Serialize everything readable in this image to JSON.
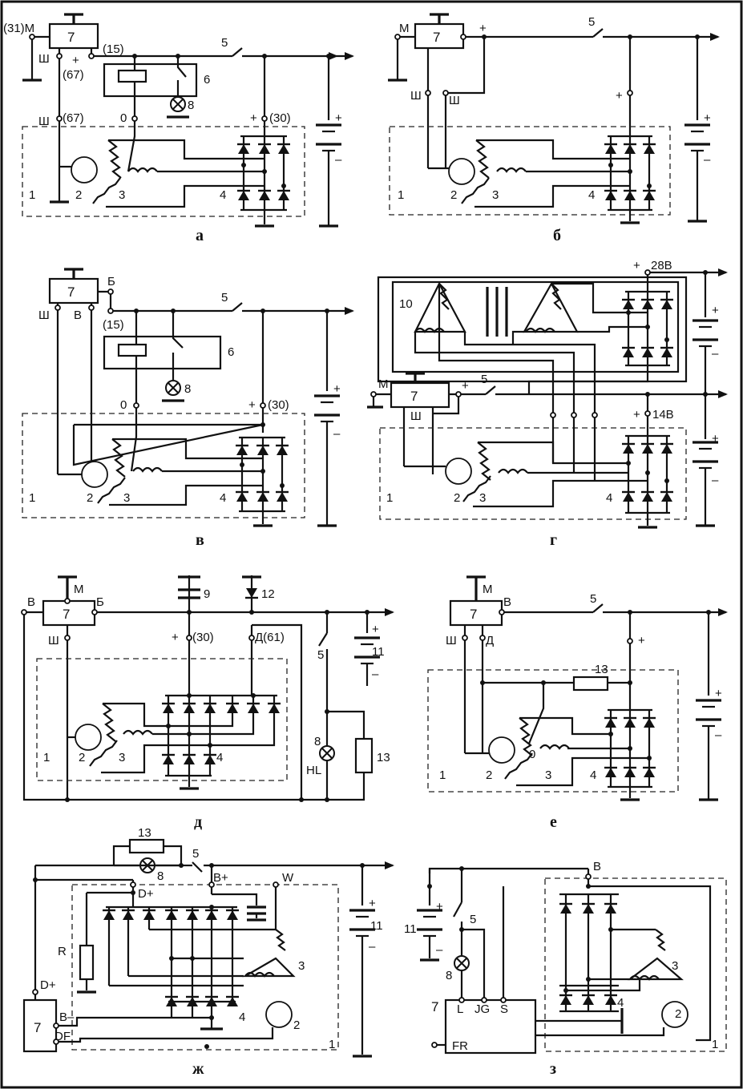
{
  "panels": [
    {
      "id": "a",
      "caption": "а",
      "texts": [
        "(31)М",
        "7",
        "(15)",
        "Ш",
        "+",
        "(67)",
        "5",
        "6",
        "8",
        "Ш",
        "(67)",
        "0",
        "+",
        "(30)",
        "1",
        "2",
        "3",
        "4",
        "+",
        "–"
      ]
    },
    {
      "id": "b",
      "caption": "б",
      "texts": [
        "М",
        "7",
        "+",
        "5",
        "+",
        "Ш",
        "Ш",
        "+",
        "–",
        "1",
        "2",
        "3",
        "4"
      ]
    },
    {
      "id": "v",
      "caption": "в",
      "texts": [
        "7",
        "Б",
        "Ш",
        "В",
        "(15)",
        "5",
        "6",
        "8",
        "0",
        "+",
        "(30)",
        "+",
        "–",
        "1",
        "2",
        "3",
        "4"
      ]
    },
    {
      "id": "g",
      "caption": "г",
      "texts": [
        "+",
        "28В",
        "10",
        "+",
        "–",
        "М",
        "7",
        "+",
        "5",
        "Ш",
        "+",
        "14В",
        "+",
        "–",
        "1",
        "2",
        "3",
        "4"
      ]
    },
    {
      "id": "d",
      "caption": "д",
      "texts": [
        "М",
        "В",
        "7",
        "Б",
        "9",
        "12",
        "Ш",
        "+",
        "(30)",
        "Д(61)",
        "+",
        "11",
        "–",
        "5",
        "8",
        "HL",
        "13",
        "1",
        "2",
        "3",
        "4"
      ]
    },
    {
      "id": "e",
      "caption": "е",
      "texts": [
        "М",
        "7",
        "В",
        "5",
        "Ш",
        "Д",
        "+",
        "13",
        "+",
        "–",
        "1",
        "2",
        "0",
        "3",
        "4"
      ]
    },
    {
      "id": "zh",
      "caption": "ж",
      "texts": [
        "13",
        "5",
        "8",
        "B+",
        "W",
        "D+",
        "+",
        "11",
        "–",
        "R",
        "3",
        "D+",
        "7",
        "B–",
        "DF",
        "4",
        "2",
        "1"
      ]
    },
    {
      "id": "z",
      "caption": "з",
      "texts": [
        "B",
        "+",
        "11",
        "–",
        "5",
        "8",
        "7",
        "L",
        "JG",
        "S",
        "4",
        "3",
        "2",
        "FR",
        "1"
      ]
    }
  ]
}
